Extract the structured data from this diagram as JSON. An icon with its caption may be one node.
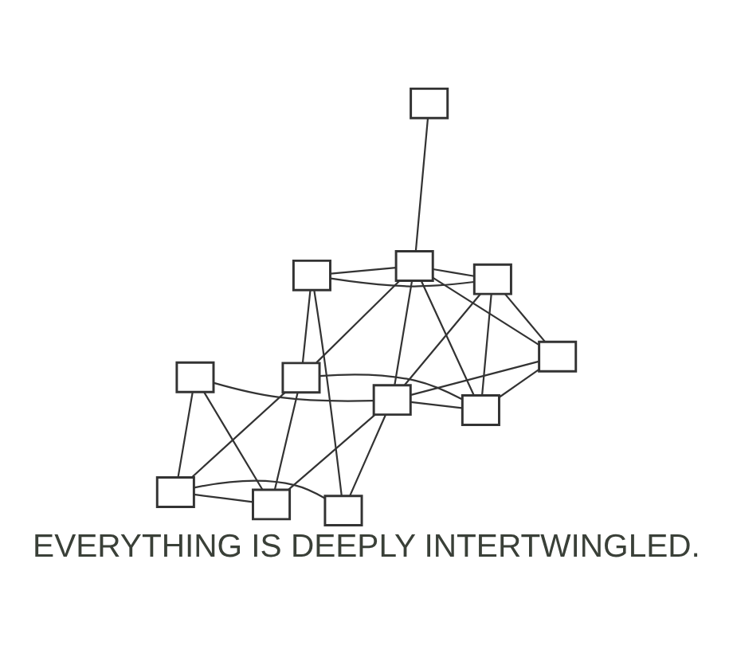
{
  "diagram": {
    "caption": "EVERYTHING IS DEEPLY INTERTWINGLED.",
    "nodes": [
      {
        "text": [],
        "shape": "box"
      },
      {
        "text": [],
        "shape": "box"
      },
      {
        "text": [],
        "shape": "box"
      },
      {
        "text": [],
        "shape": "box"
      },
      {
        "text": [],
        "shape": "box"
      },
      {
        "text": [],
        "shape": "box"
      },
      {
        "text": [],
        "shape": "box"
      },
      {
        "text": [],
        "shape": "box"
      },
      {
        "text": [],
        "shape": "box"
      },
      {
        "text": [],
        "shape": "box"
      },
      {
        "text": [],
        "shape": "box"
      },
      {
        "text": [],
        "shape": "box"
      }
    ],
    "edges": [
      {
        "from": 0,
        "to": 1,
        "arrow": "none"
      },
      {
        "from": 0,
        "to": 5,
        "arrow": "none"
      },
      {
        "from": 0,
        "to": 2,
        "arrow": "none"
      },
      {
        "from": 0,
        "to": 6,
        "arrow": "none"
      },
      {
        "from": 1,
        "to": 4,
        "arrow": "none"
      },
      {
        "from": 1,
        "to": 9,
        "arrow": "none"
      },
      {
        "from": 2,
        "to": 3,
        "arrow": "none"
      },
      {
        "from": 5,
        "to": 2,
        "arrow": "none"
      },
      {
        "from": 2,
        "to": 6,
        "arrow": "none"
      },
      {
        "from": 2,
        "to": 9,
        "arrow": "none"
      },
      {
        "from": 2,
        "to": 11,
        "arrow": "none"
      },
      {
        "from": 2,
        "to": 7,
        "arrow": "none"
      },
      {
        "from": 4,
        "to": 5,
        "arrow": "none"
      },
      {
        "from": 4,
        "to": 8,
        "arrow": "none"
      },
      {
        "from": 4,
        "to": 10,
        "arrow": "none"
      },
      {
        "from": 5,
        "to": 7,
        "arrow": "none"
      },
      {
        "from": 5,
        "to": 8,
        "arrow": "none"
      },
      {
        "from": 6,
        "to": 7,
        "arrow": "none"
      },
      {
        "from": 6,
        "to": 9,
        "arrow": "none"
      },
      {
        "from": 6,
        "to": 11,
        "arrow": "none"
      },
      {
        "from": 7,
        "to": 9,
        "arrow": "none"
      },
      {
        "from": 7,
        "to": 11,
        "arrow": "none"
      },
      {
        "from": 8,
        "to": 9,
        "arrow": "none"
      },
      {
        "from": 8,
        "to": 10,
        "arrow": "none"
      },
      {
        "from": 9,
        "to": 10,
        "arrow": "none"
      },
      {
        "from": 9,
        "to": 11,
        "arrow": "none"
      }
    ]
  }
}
